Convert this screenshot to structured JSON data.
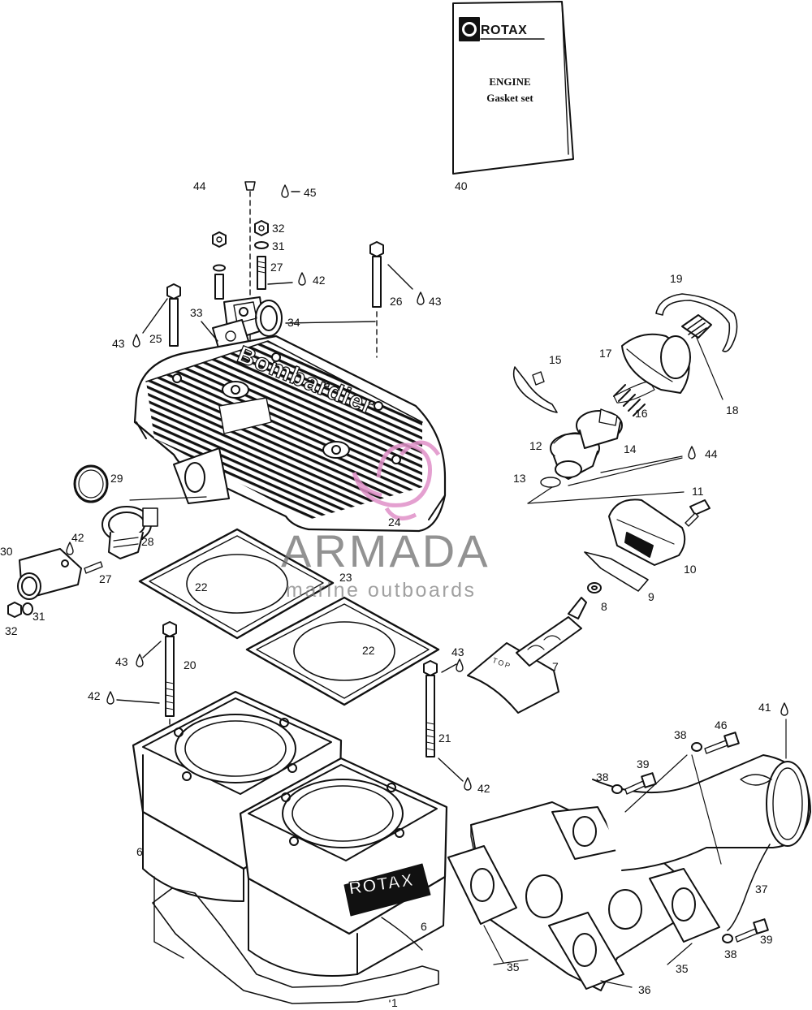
{
  "booklet": {
    "brand": "ROTAX",
    "title_line1": "ENGINE",
    "title_line2": "Gasket set"
  },
  "watermark": {
    "main": "ARMADA",
    "sub": "marine outboards"
  },
  "embossing": {
    "cylinder_head": "Bombardier",
    "cylinder": "ROTAX"
  },
  "piston_marking": "TOP",
  "callouts": [
    {
      "id": "c44a",
      "text": "44"
    },
    {
      "id": "c45",
      "text": "45"
    },
    {
      "id": "c40",
      "text": "40"
    },
    {
      "id": "c32a",
      "text": "32"
    },
    {
      "id": "c31a",
      "text": "31"
    },
    {
      "id": "c27a",
      "text": "27"
    },
    {
      "id": "c42a",
      "text": "42"
    },
    {
      "id": "c26",
      "text": "26"
    },
    {
      "id": "c43a",
      "text": "43"
    },
    {
      "id": "c19",
      "text": "19"
    },
    {
      "id": "c43b",
      "text": "43"
    },
    {
      "id": "c25",
      "text": "25"
    },
    {
      "id": "c33",
      "text": "33"
    },
    {
      "id": "c34",
      "text": "34"
    },
    {
      "id": "c17",
      "text": "17"
    },
    {
      "id": "c18",
      "text": "18"
    },
    {
      "id": "c15",
      "text": "15"
    },
    {
      "id": "c16",
      "text": "16"
    },
    {
      "id": "c12",
      "text": "12"
    },
    {
      "id": "c14",
      "text": "14"
    },
    {
      "id": "c44b",
      "text": "44"
    },
    {
      "id": "c13",
      "text": "13"
    },
    {
      "id": "c11",
      "text": "11"
    },
    {
      "id": "c29",
      "text": "29"
    },
    {
      "id": "c28",
      "text": "28"
    },
    {
      "id": "c24",
      "text": "24"
    },
    {
      "id": "c10",
      "text": "10"
    },
    {
      "id": "c30",
      "text": "30"
    },
    {
      "id": "c42b",
      "text": "42"
    },
    {
      "id": "c27b",
      "text": "27"
    },
    {
      "id": "c22a",
      "text": "22"
    },
    {
      "id": "c23",
      "text": "23"
    },
    {
      "id": "c9",
      "text": "9"
    },
    {
      "id": "c8",
      "text": "8"
    },
    {
      "id": "c32b",
      "text": "32"
    },
    {
      "id": "c31b",
      "text": "31"
    },
    {
      "id": "c43c",
      "text": "43"
    },
    {
      "id": "c20",
      "text": "20"
    },
    {
      "id": "c22b",
      "text": "22"
    },
    {
      "id": "c43d",
      "text": "43"
    },
    {
      "id": "c7",
      "text": "7"
    },
    {
      "id": "c42c",
      "text": "42"
    },
    {
      "id": "c41",
      "text": "41"
    },
    {
      "id": "c46",
      "text": "46"
    },
    {
      "id": "c38a",
      "text": "38"
    },
    {
      "id": "c21",
      "text": "21"
    },
    {
      "id": "c39a",
      "text": "39"
    },
    {
      "id": "c38b",
      "text": "38"
    },
    {
      "id": "c42d",
      "text": "42"
    },
    {
      "id": "c6a",
      "text": "6"
    },
    {
      "id": "c37",
      "text": "37"
    },
    {
      "id": "c6b",
      "text": "6"
    },
    {
      "id": "c38c",
      "text": "38"
    },
    {
      "id": "c39b",
      "text": "39"
    },
    {
      "id": "c35a",
      "text": "35"
    },
    {
      "id": "c35b",
      "text": "35"
    },
    {
      "id": "c36",
      "text": "36"
    },
    {
      "id": "c1",
      "text": "1"
    }
  ]
}
